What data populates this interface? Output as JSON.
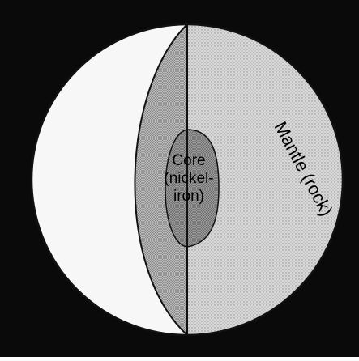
{
  "diagram": {
    "labels": {
      "core_line1": "Core",
      "core_line2": "(nickel-",
      "core_line3": "iron)",
      "mantle": "Mantle (rock)"
    },
    "colors": {
      "background": "#0a0a0a",
      "sphere_surface": "#f7f7f7",
      "mantle_fill": "#d9d9d9",
      "mantle_band": "#bdbdbd",
      "core_fill": "#9a9a9a",
      "outline": "#111111",
      "label_text": "#000000"
    }
  }
}
